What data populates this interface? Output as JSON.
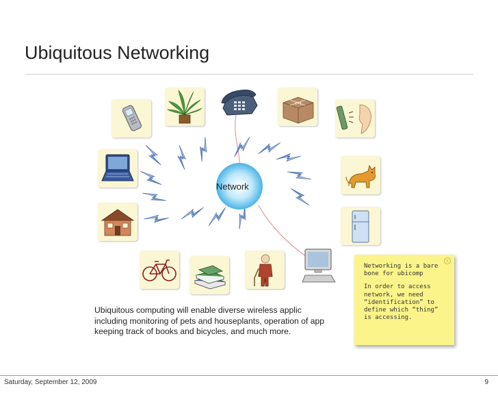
{
  "slide": {
    "title": "Ubiquitous Networking",
    "page_number": "9"
  },
  "diagram": {
    "center_label": "Network",
    "caption_lines": [
      "Ubiquitous computing will enable diverse wireless applic",
      "including monitoring of pets and houseplants, operation of app",
      "keeping track of books and bicycles, and much more."
    ]
  },
  "sticky_note": {
    "paragraphs": [
      "Networking is a bare bone for ubicomp",
      "In order to access network, we need “identification” to define which “thing” is accessing."
    ],
    "close_symbol": "×",
    "color": "#fbf48a"
  },
  "footer": {
    "date": "Saturday, September 12, 2009"
  },
  "colors": {
    "tile": "#fbf6d4",
    "network_glow": "#6cc8f0",
    "bolt": "#5b7fc1"
  }
}
